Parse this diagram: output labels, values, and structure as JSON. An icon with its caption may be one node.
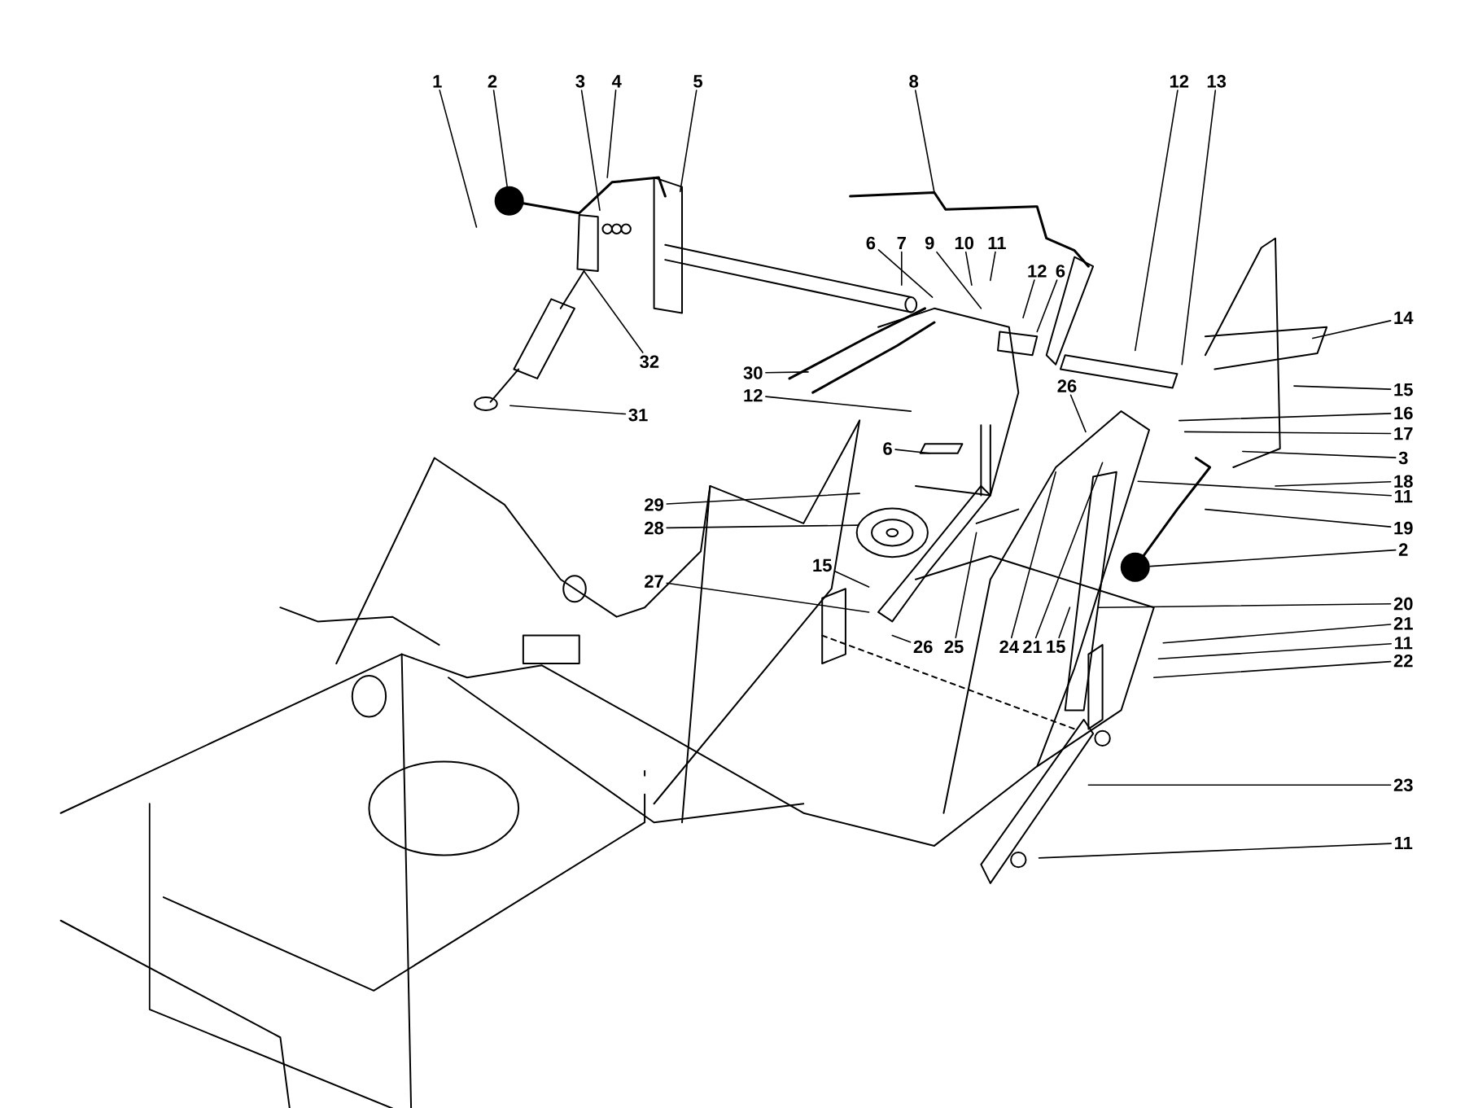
{
  "diagram": {
    "nodes": [
      {
        "text": [
          "1"
        ]
      },
      {
        "text": [
          "2"
        ]
      },
      {
        "text": [
          "3"
        ]
      },
      {
        "text": [
          "4"
        ]
      },
      {
        "text": [
          "5"
        ]
      },
      {
        "text": [
          "8"
        ]
      },
      {
        "text": [
          "12"
        ]
      },
      {
        "text": [
          "13"
        ]
      },
      {
        "text": [
          "6"
        ]
      },
      {
        "text": [
          "7"
        ]
      },
      {
        "text": [
          "9"
        ]
      },
      {
        "text": [
          "10"
        ]
      },
      {
        "text": [
          "11"
        ]
      },
      {
        "text": [
          "12"
        ]
      },
      {
        "text": [
          "6"
        ]
      },
      {
        "text": [
          "14"
        ]
      },
      {
        "text": [
          "15"
        ]
      },
      {
        "text": [
          "16"
        ]
      },
      {
        "text": [
          "17"
        ]
      },
      {
        "text": [
          "3"
        ]
      },
      {
        "text": [
          "18"
        ]
      },
      {
        "text": [
          "11"
        ]
      },
      {
        "text": [
          "19"
        ]
      },
      {
        "text": [
          "2"
        ]
      },
      {
        "text": [
          "20"
        ]
      },
      {
        "text": [
          "21"
        ]
      },
      {
        "text": [
          "11"
        ]
      },
      {
        "text": [
          "22"
        ]
      },
      {
        "text": [
          "23"
        ]
      },
      {
        "text": [
          "11"
        ]
      },
      {
        "text": [
          "32"
        ]
      },
      {
        "text": [
          "31"
        ]
      },
      {
        "text": [
          "30"
        ]
      },
      {
        "text": [
          "12"
        ]
      },
      {
        "text": [
          "26"
        ]
      },
      {
        "text": [
          "6"
        ]
      },
      {
        "text": [
          "29"
        ]
      },
      {
        "text": [
          "28"
        ]
      },
      {
        "text": [
          "27"
        ]
      },
      {
        "text": [
          "15"
        ]
      },
      {
        "text": [
          "26"
        ]
      },
      {
        "text": [
          "25"
        ]
      },
      {
        "text": [
          "24"
        ]
      },
      {
        "text": [
          "21"
        ]
      },
      {
        "text": [
          "15"
        ]
      },
      {
        "text": [],
        "shape": "circle"
      },
      {
        "text": [],
        "shape": "circle"
      }
    ],
    "edges": [
      {
        "from": 0,
        "to": null,
        "arrow": "none"
      },
      {
        "from": 1,
        "to": 45,
        "arrow": "none"
      },
      {
        "from": 2,
        "to": null,
        "arrow": "none"
      },
      {
        "from": 3,
        "to": null,
        "arrow": "none"
      },
      {
        "from": 4,
        "to": null,
        "arrow": "none"
      },
      {
        "from": 5,
        "to": null,
        "arrow": "none"
      },
      {
        "from": 6,
        "to": null,
        "arrow": "none"
      },
      {
        "from": 7,
        "to": null,
        "arrow": "none"
      },
      {
        "from": 8,
        "to": null,
        "arrow": "none"
      },
      {
        "from": 9,
        "to": null,
        "arrow": "none"
      },
      {
        "from": 10,
        "to": null,
        "arrow": "none"
      },
      {
        "from": 11,
        "to": null,
        "arrow": "none"
      },
      {
        "from": 12,
        "to": null,
        "arrow": "none"
      },
      {
        "from": 13,
        "to": null,
        "arrow": "none"
      },
      {
        "from": 14,
        "to": null,
        "arrow": "none"
      },
      {
        "from": 15,
        "to": null,
        "arrow": "none"
      },
      {
        "from": 16,
        "to": null,
        "arrow": "none"
      },
      {
        "from": 17,
        "to": null,
        "arrow": "none"
      },
      {
        "from": 18,
        "to": null,
        "arrow": "none"
      },
      {
        "from": 19,
        "to": null,
        "arrow": "none"
      },
      {
        "from": 20,
        "to": null,
        "arrow": "none"
      },
      {
        "from": 21,
        "to": null,
        "arrow": "none"
      },
      {
        "from": 22,
        "to": null,
        "arrow": "none"
      },
      {
        "from": 23,
        "to": 46,
        "arrow": "none"
      },
      {
        "from": 24,
        "to": null,
        "arrow": "none"
      },
      {
        "from": 25,
        "to": null,
        "arrow": "none"
      },
      {
        "from": 26,
        "to": null,
        "arrow": "none"
      },
      {
        "from": 27,
        "to": null,
        "arrow": "none"
      },
      {
        "from": 28,
        "to": null,
        "arrow": "none"
      },
      {
        "from": 29,
        "to": null,
        "arrow": "none"
      },
      {
        "from": 30,
        "to": null,
        "arrow": "none"
      },
      {
        "from": 31,
        "to": null,
        "arrow": "none"
      },
      {
        "from": 32,
        "to": null,
        "arrow": "none"
      },
      {
        "from": 33,
        "to": null,
        "arrow": "none"
      },
      {
        "from": 34,
        "to": null,
        "arrow": "none"
      },
      {
        "from": 35,
        "to": null,
        "arrow": "none"
      },
      {
        "from": 36,
        "to": null,
        "arrow": "none"
      },
      {
        "from": 37,
        "to": null,
        "arrow": "none"
      },
      {
        "from": 38,
        "to": null,
        "arrow": "none"
      },
      {
        "from": 39,
        "to": null,
        "arrow": "none"
      },
      {
        "from": 40,
        "to": null,
        "arrow": "none"
      },
      {
        "from": 41,
        "to": null,
        "arrow": "none"
      },
      {
        "from": 42,
        "to": null,
        "arrow": "none"
      },
      {
        "from": 43,
        "to": null,
        "arrow": "none"
      },
      {
        "from": 44,
        "to": null,
        "arrow": "none"
      }
    ]
  }
}
